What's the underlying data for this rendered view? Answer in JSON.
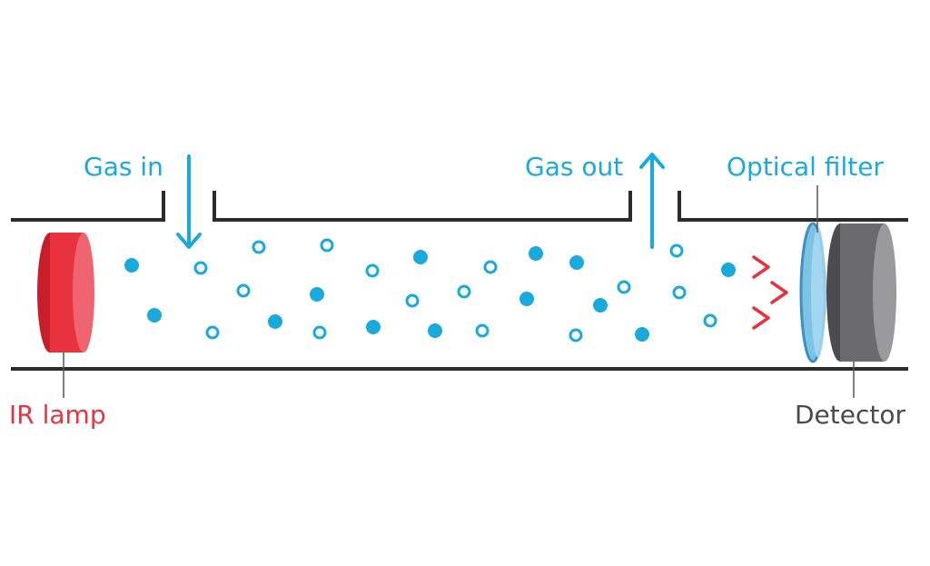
{
  "labels": {
    "gas_in": "Gas in",
    "gas_out": "Gas out",
    "optical_filter": "Optical filter",
    "ir_lamp": "IR lamp",
    "detector": "Detector"
  },
  "colors": {
    "gas_blue": "#1aa9dc",
    "ir_red": "#e8323e",
    "detector_gray": "#6b6b6e",
    "filter_blue": "#7cc3e6",
    "wall": "#2b2b2e",
    "label_gray": "#4a4a4d"
  }
}
